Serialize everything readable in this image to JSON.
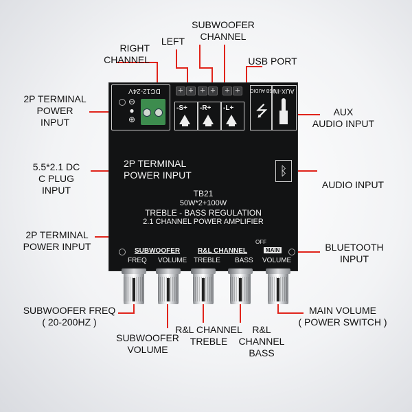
{
  "labels": {
    "subwoofer_channel": [
      "SUBWOOFER",
      "CHANNEL"
    ],
    "left": "LEFT",
    "right_channel": [
      "RIGHT",
      "CHANNEL"
    ],
    "usb_port": "USB PORT",
    "terminal_top": [
      "2P TERMINAL",
      "POWER",
      "INPUT"
    ],
    "aux_audio": [
      "AUX",
      "AUDIO INPUT"
    ],
    "dc_plug": [
      "5.5*2.1 DC",
      "C PLUG",
      "INPUT"
    ],
    "audio_input": "AUDIO INPUT",
    "terminal_bottom": [
      "2P TERMINAL",
      "POWER INPUT"
    ],
    "bluetooth_input": [
      "BLUETOOTH",
      "INPUT"
    ],
    "subwoofer_freq": [
      "SUBWOOFER FREQ",
      "( 20-200HZ )"
    ],
    "main_volume": [
      "MAIN VOLUME",
      "( POWER SWITCH )"
    ],
    "subwoofer_volume": [
      "SUBWOOFER",
      "VOLUME"
    ],
    "rl_treble": [
      "R&L CHANNEL",
      "TREBLE"
    ],
    "rl_bass": [
      "R&L",
      "CHANNEL",
      "BASS"
    ]
  },
  "board": {
    "dc_label": "DC12-24V",
    "usb_label": "USB AUDIO",
    "aux_label": "AUX-IN",
    "terminal_s": "-S+",
    "terminal_r": "-R+",
    "terminal_l": "-L+",
    "printed_title": [
      "2P TERMINAL",
      "POWER INPUT"
    ],
    "model": "TB21",
    "power": "50W*2+100W",
    "line1": "TREBLE - BASS REGULATION",
    "line2": "2.1 CHANNEL POWER AMPLIFIER",
    "group_sub": "SUBWOOFER",
    "group_rl": "R&L CHANNEL",
    "group_main": "MAIN",
    "knob_freq": "FREQ",
    "knob_volume": "VOLUME",
    "knob_treble": "TREBLE",
    "knob_bass": "BASS",
    "knob_main_volume": "VOLUME",
    "off_label": "OFF"
  },
  "icons": {
    "bluetooth": "bluetooth-icon",
    "usb": "usb-icon",
    "aux": "aux-jack-icon",
    "speaker": "speaker-icon"
  },
  "colors": {
    "leader": "#e0241b",
    "board": "#121314",
    "text": "#111111"
  }
}
